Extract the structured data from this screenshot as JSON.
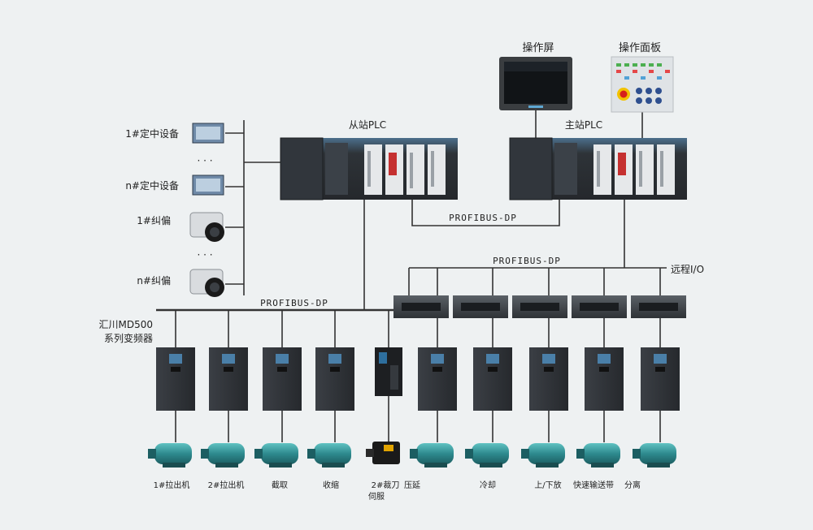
{
  "labels": {
    "operator_screen": "操作屏",
    "operator_panel": "操作面板",
    "slave_plc": "从站PLC",
    "master_plc": "主站PLC",
    "profibus_plc_link": "PROFIBUS-DP",
    "profibus_remote_io": "PROFIBUS-DP",
    "profibus_drive_bus": "PROFIBUS-DP",
    "remote_io": "远程I/O",
    "drive_series_line1": "汇川MD500",
    "drive_series_line2": "系列变频器"
  },
  "devices": [
    {
      "label": "1#定中设备",
      "kind": "centering"
    },
    {
      "label": "· · ·",
      "kind": "ellipsis"
    },
    {
      "label": "n#定中设备",
      "kind": "centering"
    },
    {
      "label": "1#纠偏",
      "kind": "camera"
    },
    {
      "label": "· · ·",
      "kind": "ellipsis"
    },
    {
      "label": "n#纠偏",
      "kind": "camera"
    }
  ],
  "motors": [
    {
      "label": "1#拉出机",
      "drive": "inverter"
    },
    {
      "label": "2#拉出机",
      "drive": "inverter"
    },
    {
      "label": "截取",
      "drive": "inverter"
    },
    {
      "label": "收缩",
      "drive": "inverter"
    },
    {
      "label": "2#裁刀",
      "label2": "伺服",
      "drive": "servo"
    },
    {
      "label": "压延",
      "drive": "inverter"
    },
    {
      "label": "冷却",
      "drive": "inverter"
    },
    {
      "label": "上/下放",
      "drive": "inverter"
    },
    {
      "label": "快速输送带",
      "drive": "inverter"
    },
    {
      "label": "分离",
      "drive": "inverter"
    }
  ],
  "colors": {
    "background": "#eef1f2",
    "line": "#333333",
    "module_dark": "#2f3236",
    "module_blue": "#3a5f7d",
    "motor_teal": "#2f8c8f"
  }
}
